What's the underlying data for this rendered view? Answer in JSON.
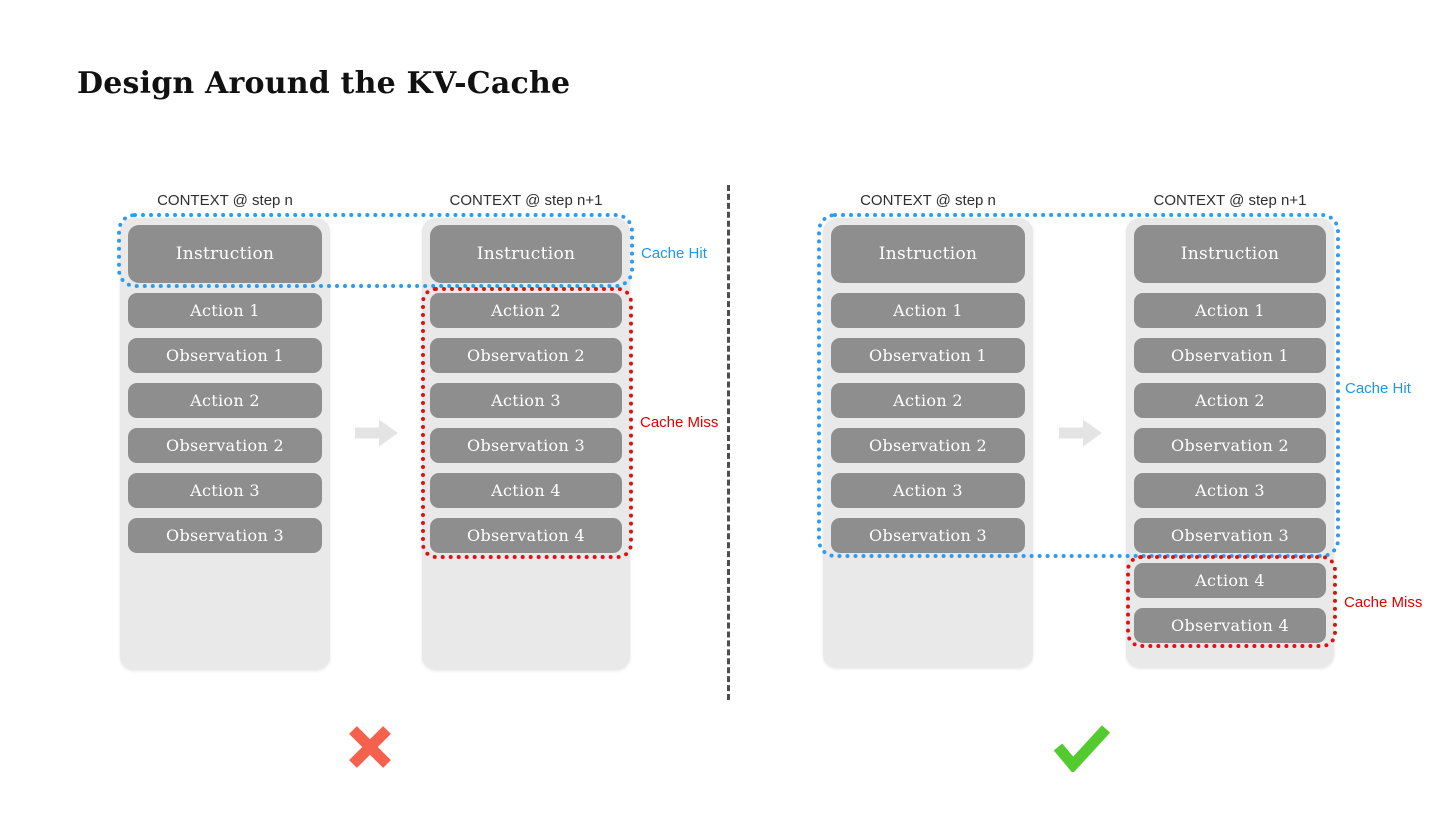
{
  "title": "Design Around the KV-Cache",
  "left": {
    "step_n": {
      "header": "CONTEXT @ step n",
      "blocks": [
        "Instruction",
        "Action 1",
        "Observation 1",
        "Action 2",
        "Observation 2",
        "Action 3",
        "Observation 3"
      ]
    },
    "step_n_plus_1": {
      "header": "CONTEXT @ step n+1",
      "blocks": [
        "Instruction",
        "Action 2",
        "Observation 2",
        "Action 3",
        "Observation 3",
        "Action 4",
        "Observation 4"
      ]
    },
    "cache_hit_label": "Cache Hit",
    "cache_miss_label": "Cache Miss",
    "verdict": "wrong"
  },
  "right": {
    "step_n": {
      "header": "CONTEXT @ step n",
      "blocks": [
        "Instruction",
        "Action 1",
        "Observation 1",
        "Action 2",
        "Observation 2",
        "Action 3",
        "Observation 3"
      ]
    },
    "step_n_plus_1": {
      "header": "CONTEXT @ step n+1",
      "blocks": [
        "Instruction",
        "Action 1",
        "Observation 1",
        "Action 2",
        "Observation 2",
        "Action 3",
        "Observation 3",
        "Action 4",
        "Observation 4"
      ]
    },
    "cache_hit_label": "Cache Hit",
    "cache_miss_label": "Cache Miss",
    "verdict": "correct"
  },
  "colors": {
    "cache_hit_border": "#2d9bf0",
    "cache_hit_text": "#1e96f0",
    "cache_miss_border": "#e01111",
    "cache_miss_text": "#e00000",
    "block_fill": "#8e8e8e",
    "column_fill": "#e9e9e9",
    "x_mark": "#f4614d",
    "check_mark": "#53cb2f",
    "arrow": "#e4e4e4"
  }
}
